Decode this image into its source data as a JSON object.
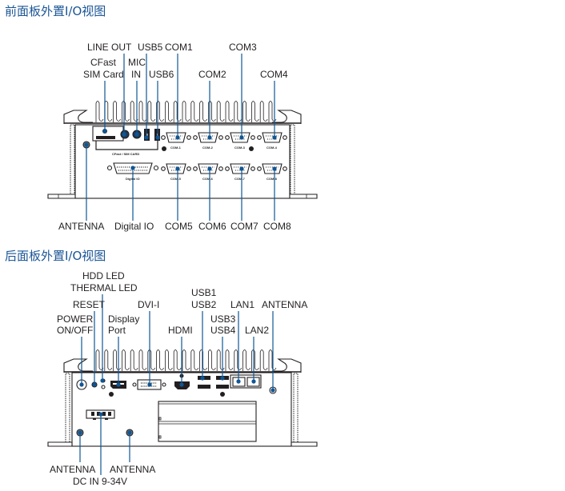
{
  "front_panel": {
    "title": "前面板外置I/O视图",
    "top_labels": {
      "line_out": "LINE OUT",
      "usb5": "USB5",
      "com1": "COM1",
      "com3": "COM3",
      "cfast_line1": "CFast",
      "cfast_line2": "SIM Card",
      "mic_line1": "MIC",
      "mic_line2": "IN",
      "usb6": "USB6",
      "com2": "COM2",
      "com4": "COM4"
    },
    "bottom_labels": {
      "antenna": "ANTENNA",
      "digital_io": "Digital IO",
      "com5": "COM5",
      "com6": "COM6",
      "com7": "COM7",
      "com8": "COM8"
    },
    "silkscreen": {
      "com_1": "COM-1",
      "com_2": "COM-2",
      "com_3": "COM-3",
      "com_4": "COM-4",
      "com_5": "COM-5",
      "com_6": "COM-6",
      "com_7": "COM-7",
      "com_8": "COM-8",
      "cfast_card": "CFast / SIM CARD",
      "digital_io": "Digital IO"
    }
  },
  "rear_panel": {
    "title": "后面板外置I/O视图",
    "top_labels": {
      "hdd_led": "HDD LED",
      "thermal_led": "THERMAL LED",
      "reset": "RESET",
      "dvi": "DVI-I",
      "usb1": "USB1",
      "usb2": "USB2",
      "lan1": "LAN1",
      "antenna": "ANTENNA",
      "power_line1": "POWER",
      "power_line2": "ON/OFF",
      "dp_line1": "Display",
      "dp_line2": "Port",
      "hdmi": "HDMI",
      "usb3": "USB3",
      "usb4": "USB4",
      "lan2": "LAN2"
    },
    "bottom_labels": {
      "antenna_left": "ANTENNA",
      "antenna_right": "ANTENNA",
      "dc_in": "DC IN 9-34V"
    }
  },
  "colors": {
    "title": "#1a5596",
    "callout_line": "#0f5694",
    "outline": "#231f20"
  }
}
